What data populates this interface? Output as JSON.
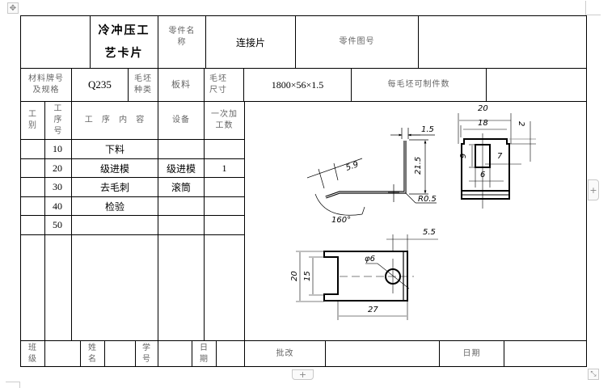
{
  "editor_controls": {
    "move_handle_icon": "✥",
    "add_column_icon": "+",
    "add_row_icon": "+",
    "resize_icon": "⤡"
  },
  "header": {
    "title_line1": "冷冲压工",
    "title_line2": "艺卡片",
    "part_name_label_line1": "零件名",
    "part_name_label_line2": "称",
    "part_name_value": "连接片",
    "part_number_label": "零件图号",
    "part_number_value": ""
  },
  "material": {
    "grade_label_line1": "材料牌号",
    "grade_label_line2": "及规格",
    "grade_value": "Q235",
    "blank_type_label_line1": "毛坯",
    "blank_type_label_line2": "种类",
    "blank_type_value": "板料",
    "blank_size_label_line1": "毛坯",
    "blank_size_label_line2": "尺寸",
    "blank_size_value": "1800×56×1.5",
    "parts_per_blank_label": "每毛坯可制件数",
    "parts_per_blank_value": ""
  },
  "process_table": {
    "headers": {
      "type_line1": "工",
      "type_line2": "别",
      "seq_line1": "工",
      "seq_line2": "序",
      "seq_line3": "号",
      "content": "工 序 内 容",
      "equipment": "设备",
      "batch_line1": "一次加",
      "batch_line2": "工数"
    },
    "rows": [
      {
        "type": "",
        "seq": "10",
        "content": "下料",
        "equipment": "",
        "batch": ""
      },
      {
        "type": "",
        "seq": "20",
        "content": "级进模",
        "equipment": "级进模",
        "batch": "1"
      },
      {
        "type": "",
        "seq": "30",
        "content": "去毛刺",
        "equipment": "滚筒",
        "batch": ""
      },
      {
        "type": "",
        "seq": "40",
        "content": "检验",
        "equipment": "",
        "batch": ""
      },
      {
        "type": "",
        "seq": "50",
        "content": "",
        "equipment": "",
        "batch": ""
      }
    ]
  },
  "drawing": {
    "side_view": {
      "thickness": "1.5",
      "height": "21.5",
      "flange_length": "5.9",
      "angle": "160°",
      "radius": "R0.5"
    },
    "end_view": {
      "total_width": "20",
      "inner_width": "18",
      "step": "2",
      "slot_height": "9",
      "slot_offset": "7",
      "slot_width": "6"
    },
    "top_view": {
      "edge_offset": "5.5",
      "hole_diameter": "φ6",
      "width": "20",
      "notch_width": "15",
      "length": "27"
    }
  },
  "footer": {
    "class_label_line1": "班",
    "class_label_line2": "级",
    "class_value": "",
    "name_label_line1": "姓",
    "name_label_line2": "名",
    "name_value": "",
    "student_id_label_line1": "学",
    "student_id_label_line2": "号",
    "student_id_value": "",
    "date_label_line1": "日",
    "date_label_line2": "期",
    "date_value": "",
    "review_label": "批改",
    "review_value": "",
    "review_date_label": "日期",
    "review_date_value": ""
  }
}
